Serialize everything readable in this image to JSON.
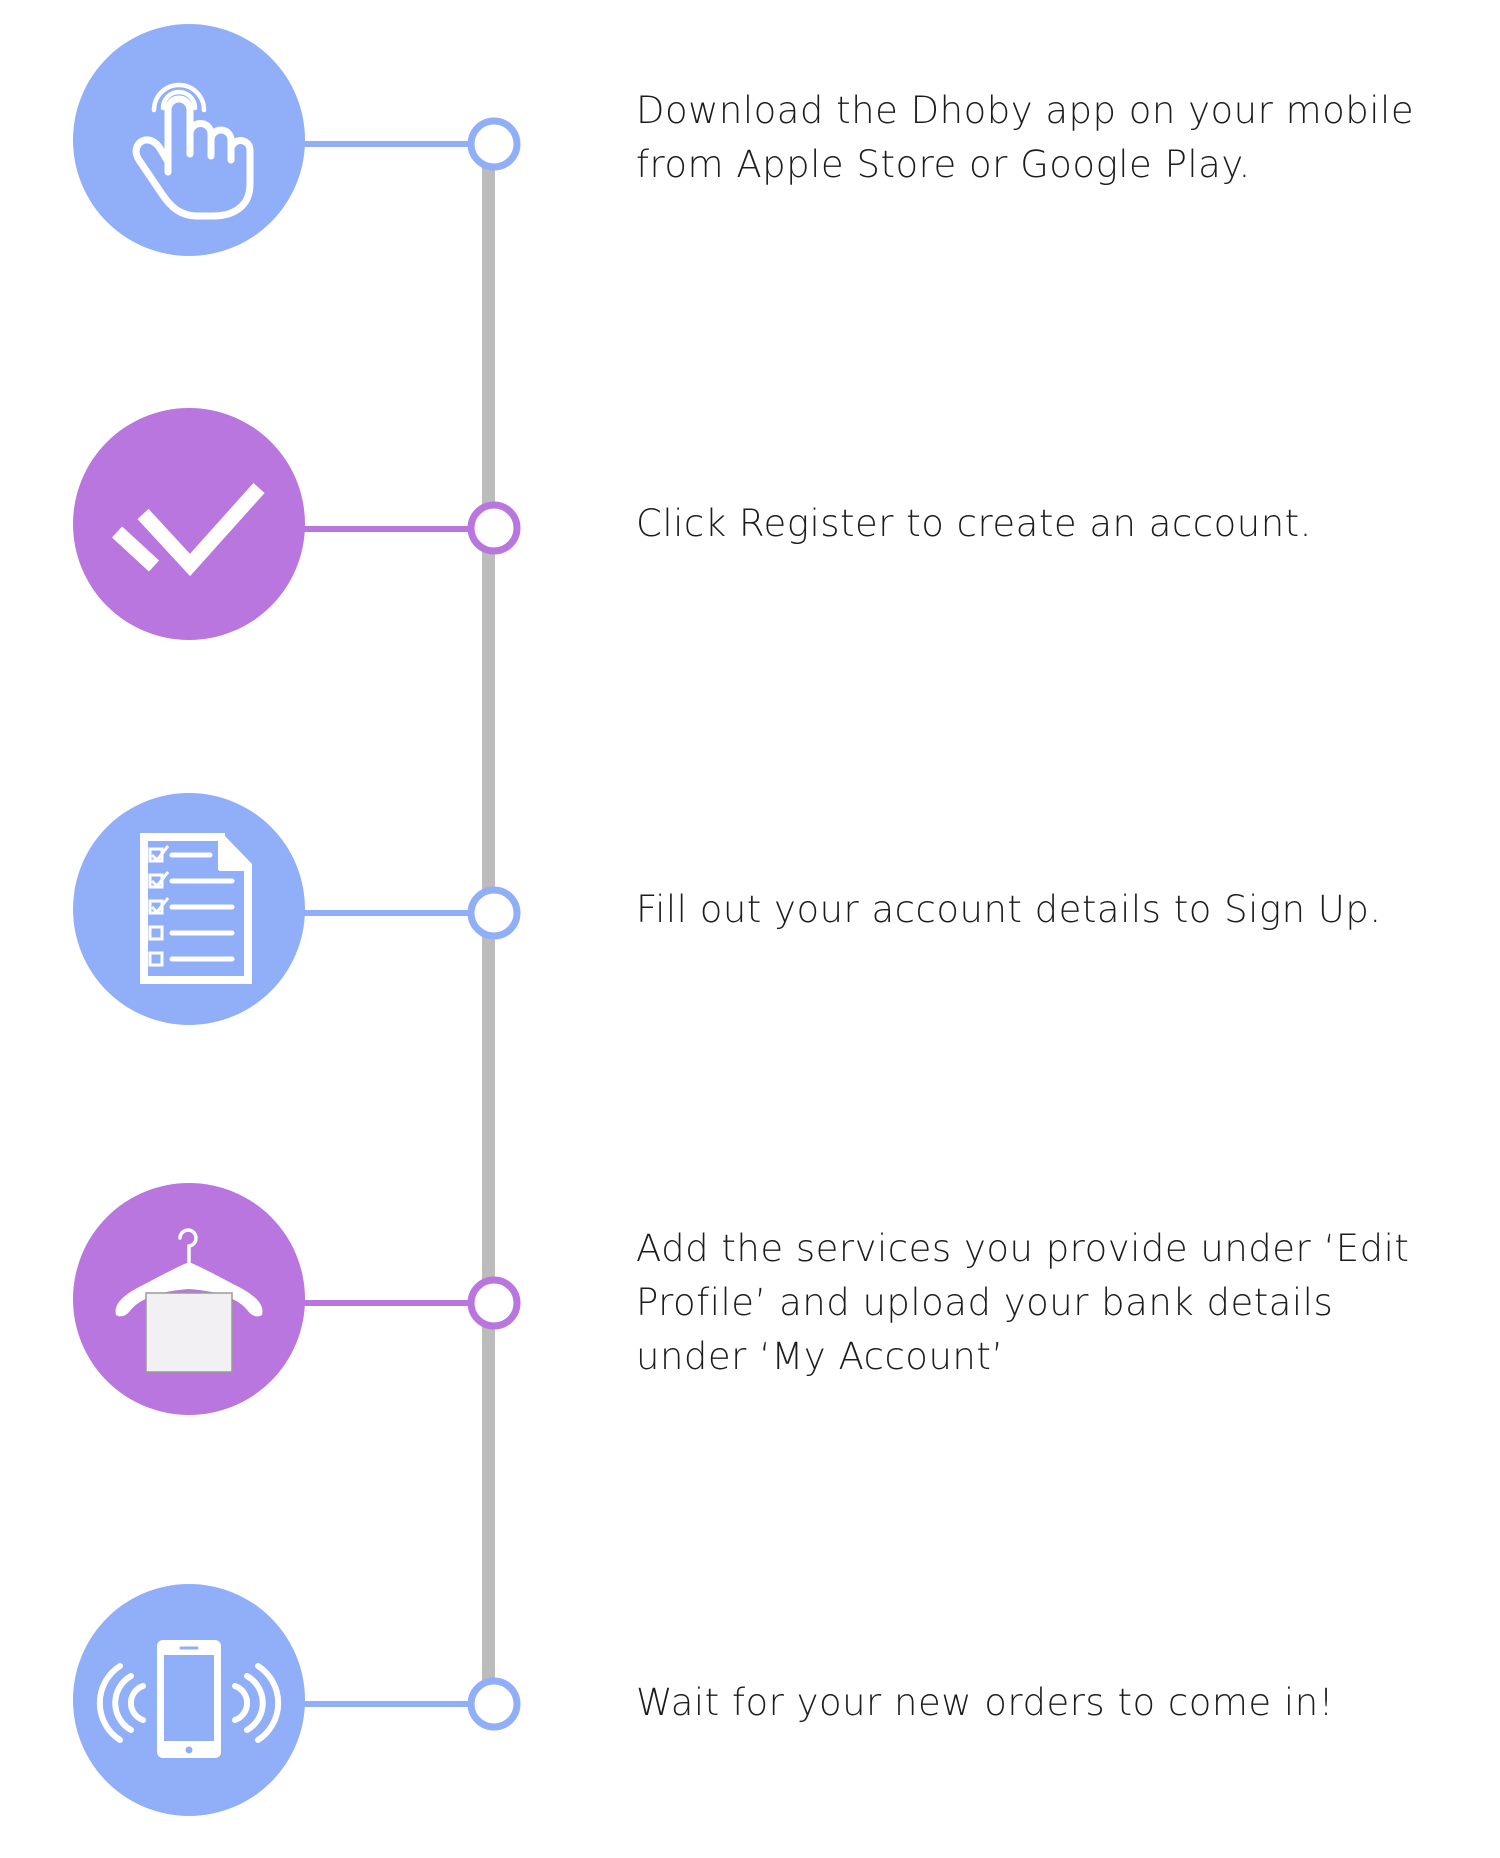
{
  "colors": {
    "blue": "#91aff8",
    "purple": "#b976df",
    "spine": "#bcbcbc",
    "icon": "#ffffff",
    "text": "#1c1c1c"
  },
  "steps": [
    {
      "icon": "tap-hand-icon",
      "color": "blue",
      "text": "Download the Dhoby app on your mobile\nfrom Apple Store or Google Play."
    },
    {
      "icon": "double-check-icon",
      "color": "purple",
      "text": "Click Register to create an account."
    },
    {
      "icon": "checklist-document-icon",
      "color": "blue",
      "text": "Fill out your account details to Sign Up."
    },
    {
      "icon": "clothes-hanger-icon",
      "color": "purple",
      "text": "Add the services you provide under ‘Edit\nProfile’ and upload your bank details\nunder ‘My Account’"
    },
    {
      "icon": "phone-vibrating-icon",
      "color": "blue",
      "text": "Wait for your new orders to come in!"
    }
  ]
}
